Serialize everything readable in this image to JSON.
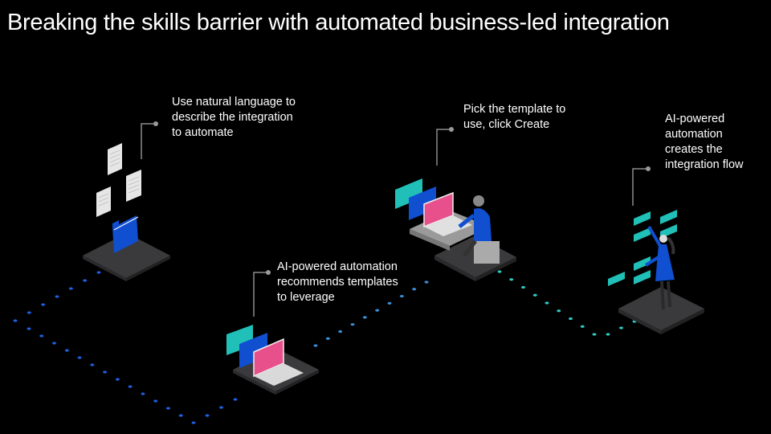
{
  "title": "Breaking the skills barrier with automated business-led integration",
  "steps": [
    {
      "id": "describe",
      "lines": [
        "Use natural language to",
        "describe the  integration",
        "to automate"
      ]
    },
    {
      "id": "recommend",
      "lines": [
        "AI-powered automation",
        "recommends templates",
        "to leverage"
      ]
    },
    {
      "id": "pick",
      "lines": [
        "Pick the template to",
        "use, click Create"
      ]
    },
    {
      "id": "create",
      "lines": [
        "AI-powered",
        "automation",
        "creates the",
        "integration flow"
      ]
    }
  ],
  "colors": {
    "background": "#000000",
    "platform_top": "#3a3a3c",
    "platform_side": "#2a2a2c",
    "path_dot_blue": "#1f5fe0",
    "path_dot_teal": "#2ec9c0",
    "accent_blue": "#0f4fd0",
    "accent_teal": "#20c0b8",
    "accent_pink": "#e8508c",
    "callout_line": "#8c8c8c"
  }
}
